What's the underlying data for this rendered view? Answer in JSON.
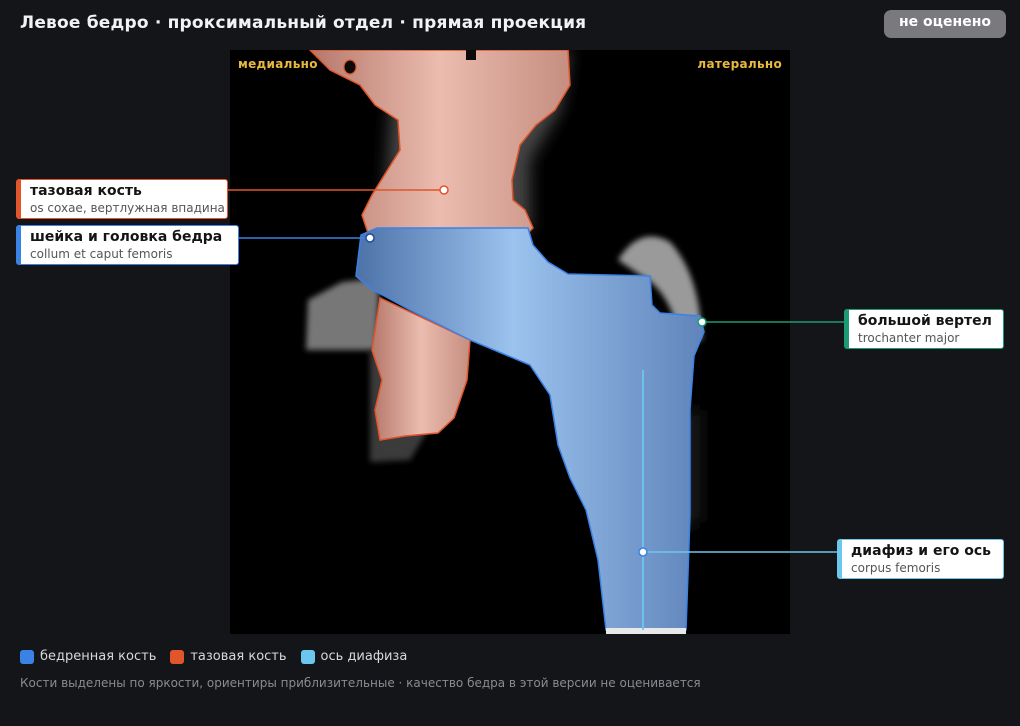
{
  "header": {
    "title": "Левое бедро · проксимальный отдел · прямая проекция",
    "status_badge": "не оценено"
  },
  "viewer": {
    "orientation_left": "медиально",
    "orientation_right": "латерально"
  },
  "annotations": [
    {
      "id": "pelvis",
      "label": "тазовая кость",
      "latin": "os coxae, вертлужная впадина",
      "color": "#e0552a"
    },
    {
      "id": "neck_head",
      "label": "шейка и головка бедра",
      "latin": "collum et caput femoris",
      "color": "#3b82e6"
    },
    {
      "id": "trochanter",
      "label": "большой вертел",
      "latin": "trochanter major",
      "color": "#1c9a72"
    },
    {
      "id": "shaft",
      "label": "диафиз и его ось",
      "latin": "corpus femoris",
      "color": "#6cc7ee"
    }
  ],
  "legend": [
    {
      "label": "бедренная кость",
      "color": "#3b82e6"
    },
    {
      "label": "тазовая кость",
      "color": "#e0552a"
    },
    {
      "label": "ось диафиза",
      "color": "#6cc7ee"
    }
  ],
  "footer_note": "Кости выделены по яркости, ориентиры приблизительные · качество бедра в этой версии не оценивается"
}
